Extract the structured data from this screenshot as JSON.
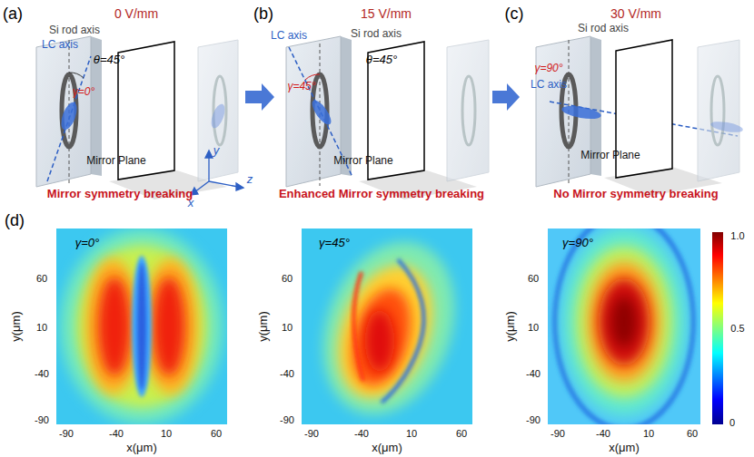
{
  "diagram": {
    "labels": [
      "(a)",
      "0 V/mm",
      "Si rod axis",
      "LC axis",
      "θ=45°",
      "γ=0°",
      "Mirror Plane",
      "Mirror symmetry breaking",
      "y",
      "z",
      "x",
      "(b)",
      "15 V/mm",
      "LC axis",
      "Si rod axis",
      "θ=45°",
      "γ=45°",
      "Mirror Plane",
      "Enhanced Mirror symmetry breaking",
      "(c)",
      "30 V/mm",
      "Si rod axis",
      "γ=90°",
      "LC axis",
      "Mirror Plane",
      "No Mirror symmetry breaking",
      "(d)",
      "γ=0°",
      "y(μm)",
      "60",
      "10",
      "-40",
      "-90",
      "-90",
      "-40",
      "10",
      "60",
      "x(μm)",
      "γ=45°",
      "y(μm)",
      "60",
      "10",
      "-40",
      "-90",
      "-90",
      "-40",
      "10",
      "60",
      "x(μm)",
      "γ=90°",
      "y(μm)",
      "60",
      "10",
      "-40",
      "-90",
      "-90",
      "-40",
      "10",
      "60",
      "x(μm)",
      "1.0",
      "0.5",
      "0"
    ]
  }
}
